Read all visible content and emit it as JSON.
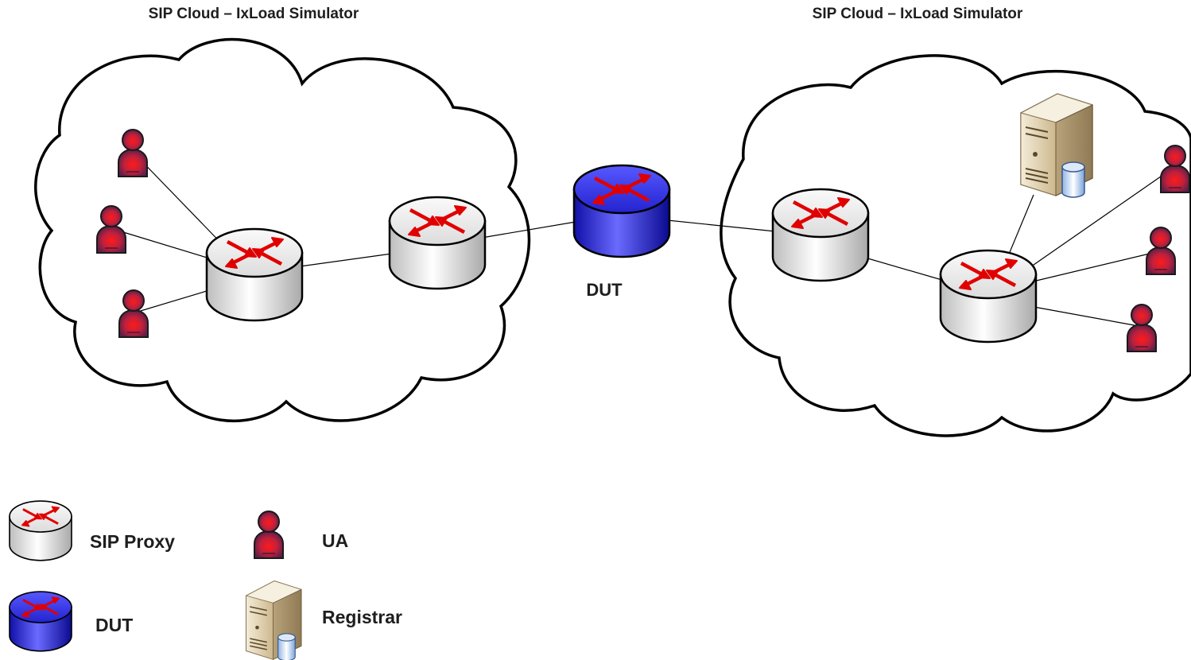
{
  "clouds": [
    {
      "title": "SIP Cloud – IxLoad Simulator"
    },
    {
      "title": "SIP Cloud – IxLoad Simulator"
    }
  ],
  "dut_label": "DUT",
  "legend": {
    "sip_proxy": "SIP Proxy",
    "ua": "UA",
    "dut": "DUT",
    "registrar": "Registrar"
  },
  "colors": {
    "proxy_body": "#e6e6e6",
    "dut_body": "#2b2bd6",
    "arrow": "#e00000",
    "ua_body": "#7a2048",
    "ua_glow": "#ff2020",
    "server_body": "#e8dcc0"
  }
}
